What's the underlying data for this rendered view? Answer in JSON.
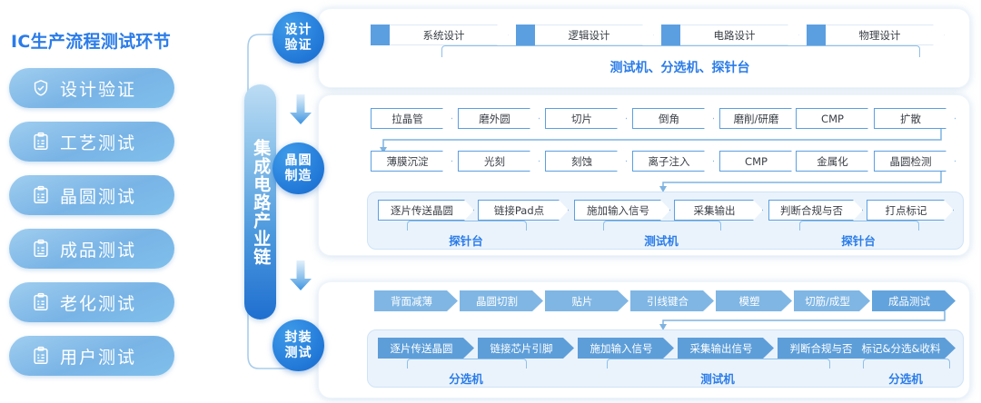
{
  "sidebar": {
    "title": "IC生产流程测试环节",
    "items": [
      {
        "label": "设计验证",
        "icon": "shield-check-icon"
      },
      {
        "label": "工艺测试",
        "icon": "clipboard-icon"
      },
      {
        "label": "晶圆测试",
        "icon": "clipboard-icon"
      },
      {
        "label": "成品测试",
        "icon": "clipboard-icon"
      },
      {
        "label": "老化测试",
        "icon": "clipboard-icon"
      },
      {
        "label": "用户测试",
        "icon": "clipboard-icon"
      }
    ]
  },
  "chain": {
    "label": "集成电路产业链"
  },
  "stages": [
    {
      "line1": "设计",
      "line2": "验证"
    },
    {
      "line1": "晶圆",
      "line2": "制造"
    },
    {
      "line1": "封装",
      "line2": "测试"
    }
  ],
  "section_design": {
    "steps": [
      "系统设计",
      "逻辑设计",
      "电路设计",
      "物理设计"
    ],
    "equipment_label": "测试机、分选机、探针台"
  },
  "section_wafer": {
    "row1": [
      "拉晶管",
      "磨外圆",
      "切片",
      "倒角",
      "磨削/研磨",
      "CMP",
      "扩散"
    ],
    "row2": [
      "薄膜沉淀",
      "光刻",
      "刻蚀",
      "离子注入",
      "CMP",
      "金属化",
      "晶圆检测"
    ],
    "probe_row": [
      "逐片传送晶圆",
      "链接Pad点",
      "施加输入信号",
      "采集输出",
      "判断合规与否",
      "打点标记"
    ],
    "groups": [
      {
        "label": "探针台"
      },
      {
        "label": "测试机"
      },
      {
        "label": "探针台"
      }
    ]
  },
  "section_package": {
    "row1": [
      "背面减薄",
      "晶圆切割",
      "贴片",
      "引线键合",
      "模塑",
      "切筋/成型",
      "成品测试"
    ],
    "test_row": [
      "逐片传送晶圆",
      "链接芯片引脚",
      "施加输入信号",
      "采集输出信号",
      "判断合规与否",
      "标记&分选&收料"
    ],
    "groups": [
      {
        "label": "分选机"
      },
      {
        "label": "测试机"
      },
      {
        "label": "分选机"
      }
    ]
  },
  "colors": {
    "accent": "#2b7ce8",
    "pill_light": "#9fcdef",
    "pill_dark": "#79b4e6",
    "chip_border": "#5c9fe0",
    "chip_fill_light": "#7fb6e4",
    "chip_fill_deep": "#5d9ed9",
    "subpanel_bg": "#eaf3fc"
  }
}
